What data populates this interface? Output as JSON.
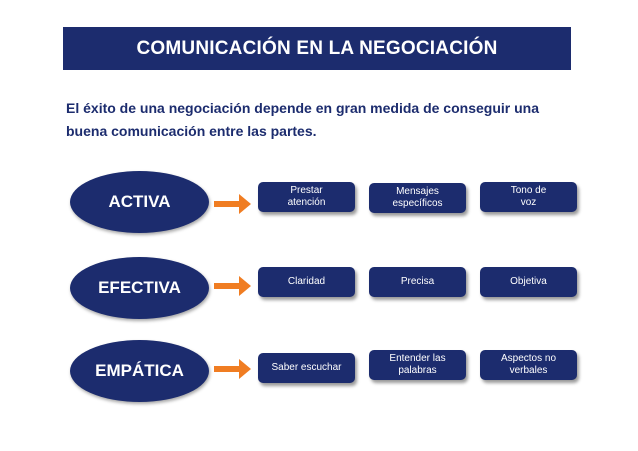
{
  "header": {
    "title": "COMUNICACIÓN EN LA NEGOCIACIÓN"
  },
  "intro": {
    "line1": "El éxito de una negociación depende en gran medida de conseguir una",
    "line2": "buena comunicación entre las partes."
  },
  "rows": [
    {
      "label": "ACTIVA",
      "items": [
        "Prestar\natención",
        "Mensajes\nespecíficos",
        "Tono de\nvoz"
      ]
    },
    {
      "label": "EFECTIVA",
      "items": [
        "Claridad",
        "Precisa",
        "Objetiva"
      ]
    },
    {
      "label": "EMPÁTICA",
      "items": [
        "Saber escuchar",
        "Entender las\npalabras",
        "Aspectos no\nverbales"
      ]
    }
  ],
  "colors": {
    "navy": "#1c2c6e",
    "arrow": "#f07d22",
    "text_light": "#ffffff"
  }
}
